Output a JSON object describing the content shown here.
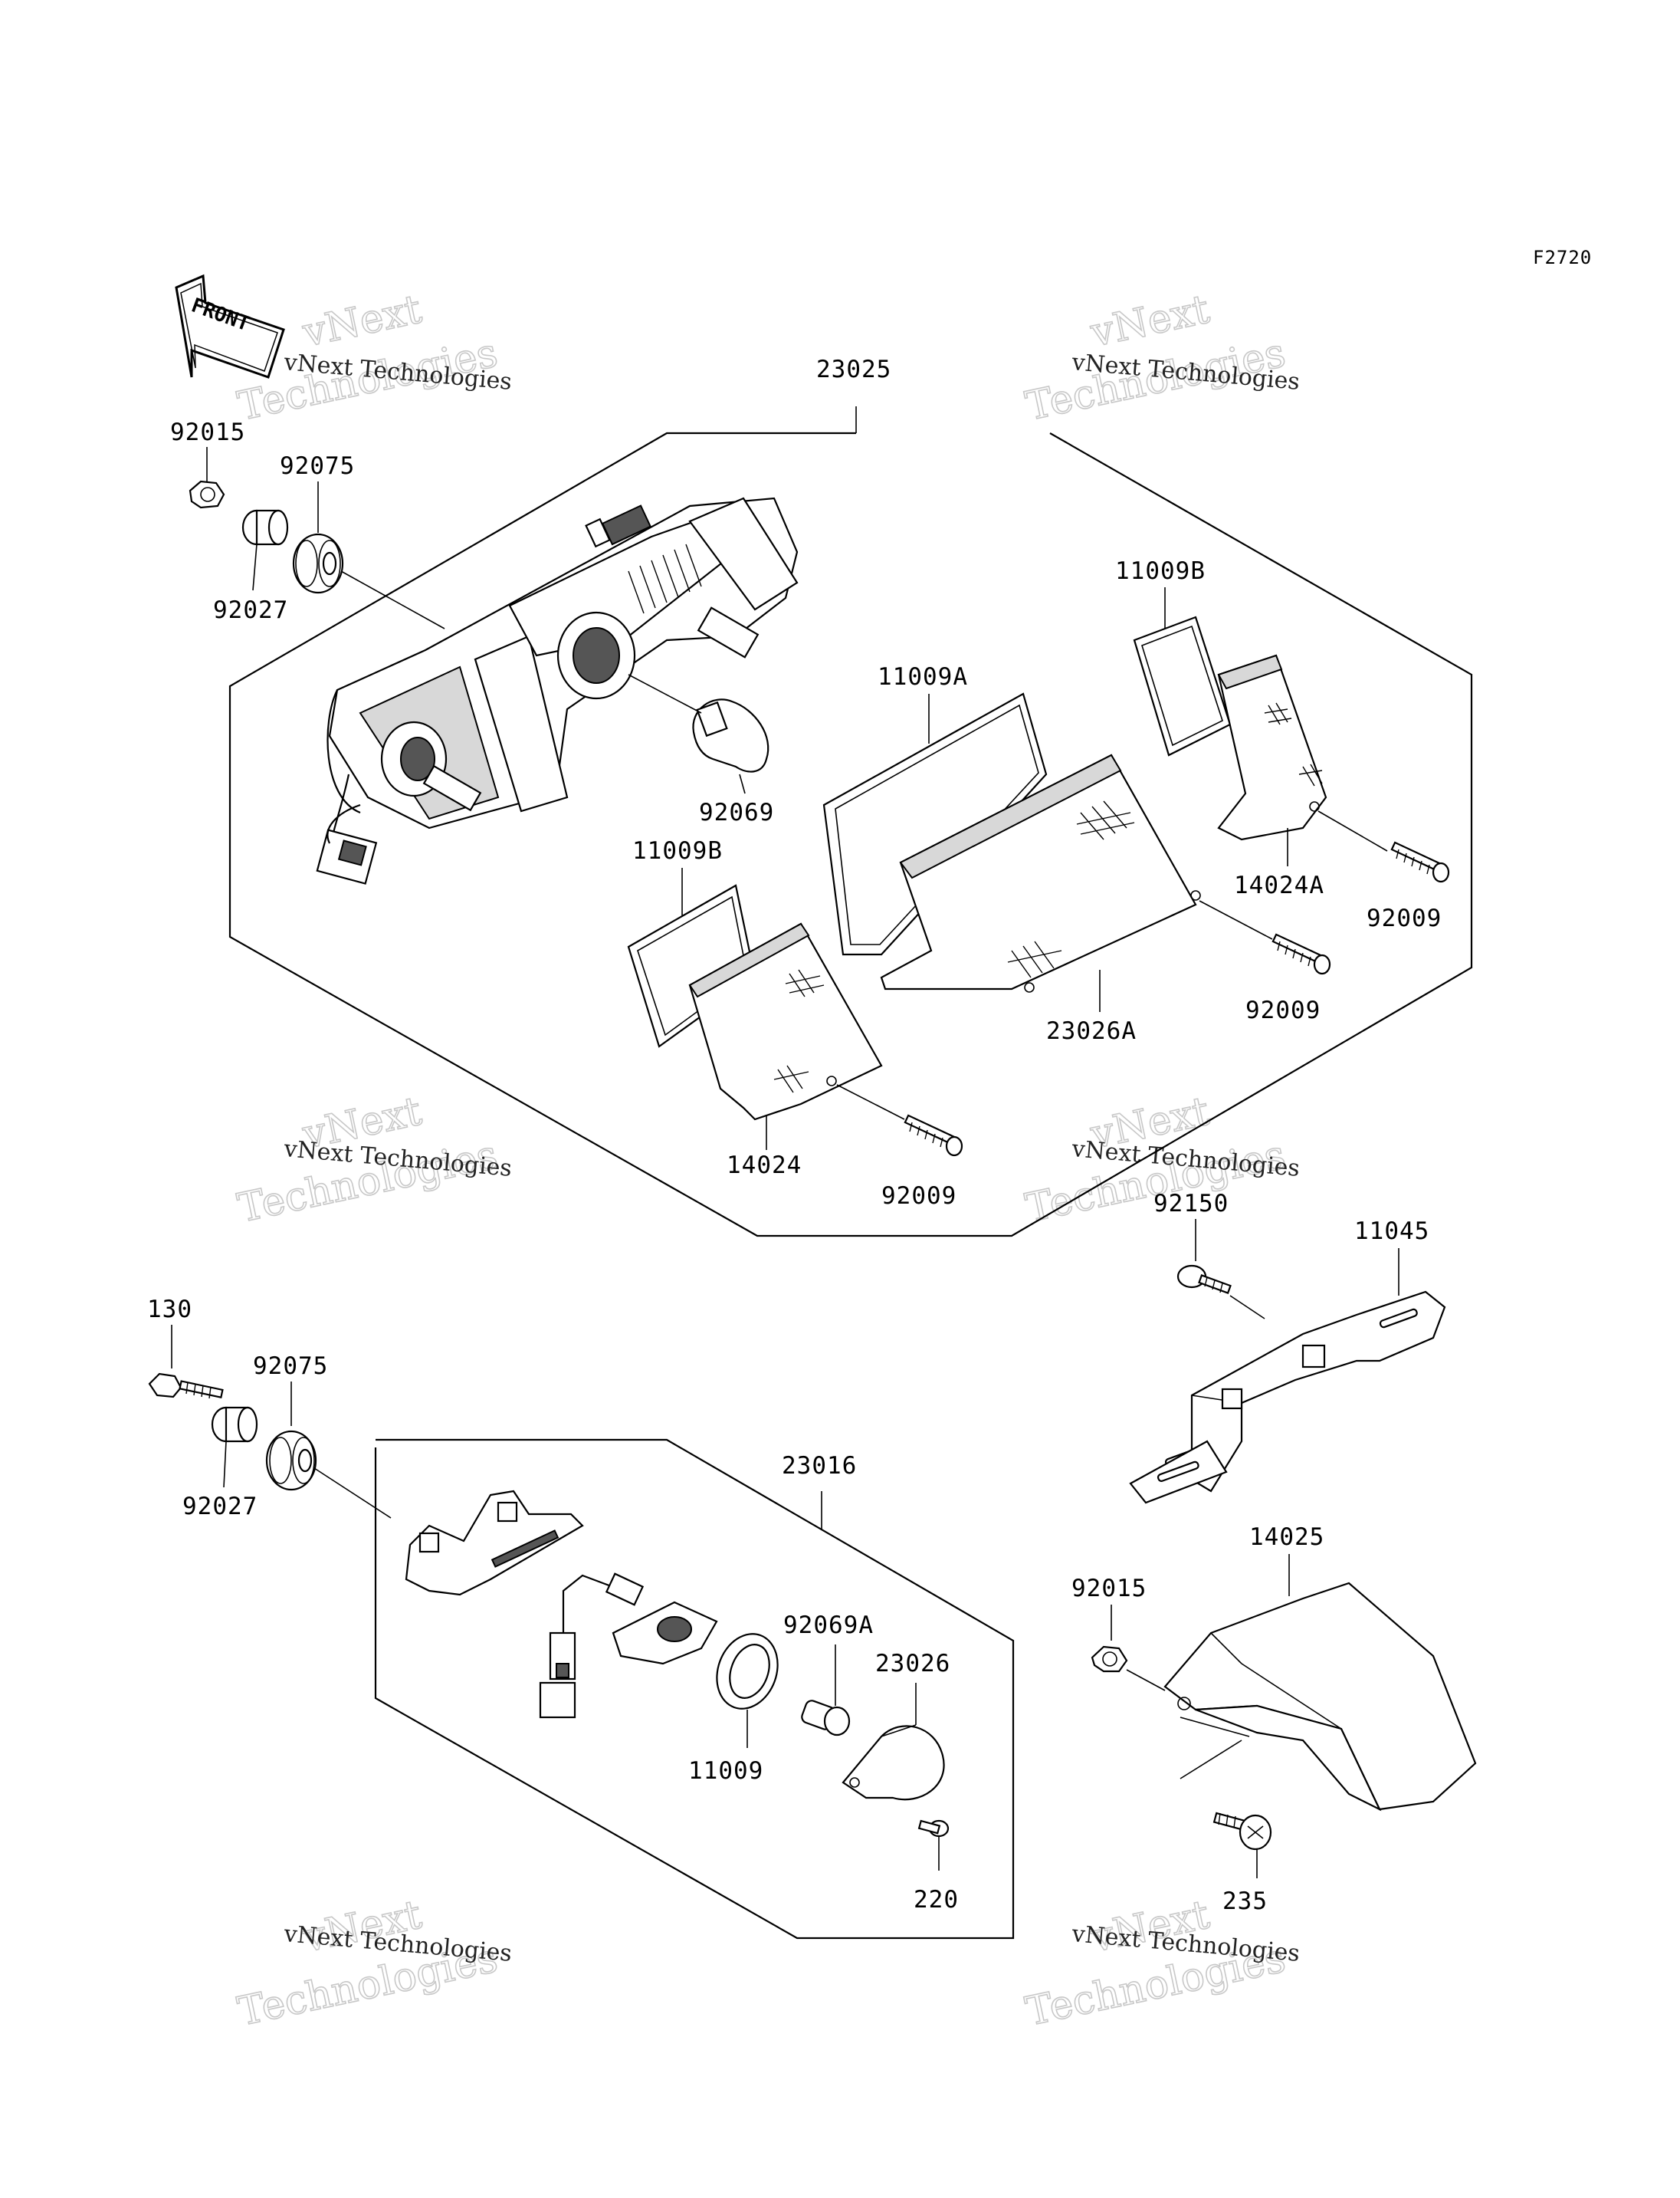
{
  "figure_code": "F2720",
  "front_marker": "FRONT",
  "watermark": {
    "line": "vNext Technologies",
    "big_top": "vNext",
    "big_bottom": "Technologies"
  },
  "labels": {
    "p23025": "23025",
    "p92015_top": "92015",
    "p92075_top": "92075",
    "p92027_top": "92027",
    "p92069": "92069",
    "p11009B_top": "11009B",
    "p11009A": "11009A",
    "p14024A": "14024A",
    "p92009_right": "92009",
    "p11009B_left": "11009B",
    "p92009_mid": "92009",
    "p23026A": "23026A",
    "p14024": "14024",
    "p92009_bottom": "92009",
    "p92150": "92150",
    "p11045": "11045",
    "p130": "130",
    "p92075_bottom": "92075",
    "p92027_bottom": "92027",
    "p23016": "23016",
    "p92069A": "92069A",
    "p23026": "23026",
    "p11009": "11009",
    "p220": "220",
    "p14025": "14025",
    "p92015_bottom": "92015",
    "p235": "235"
  }
}
